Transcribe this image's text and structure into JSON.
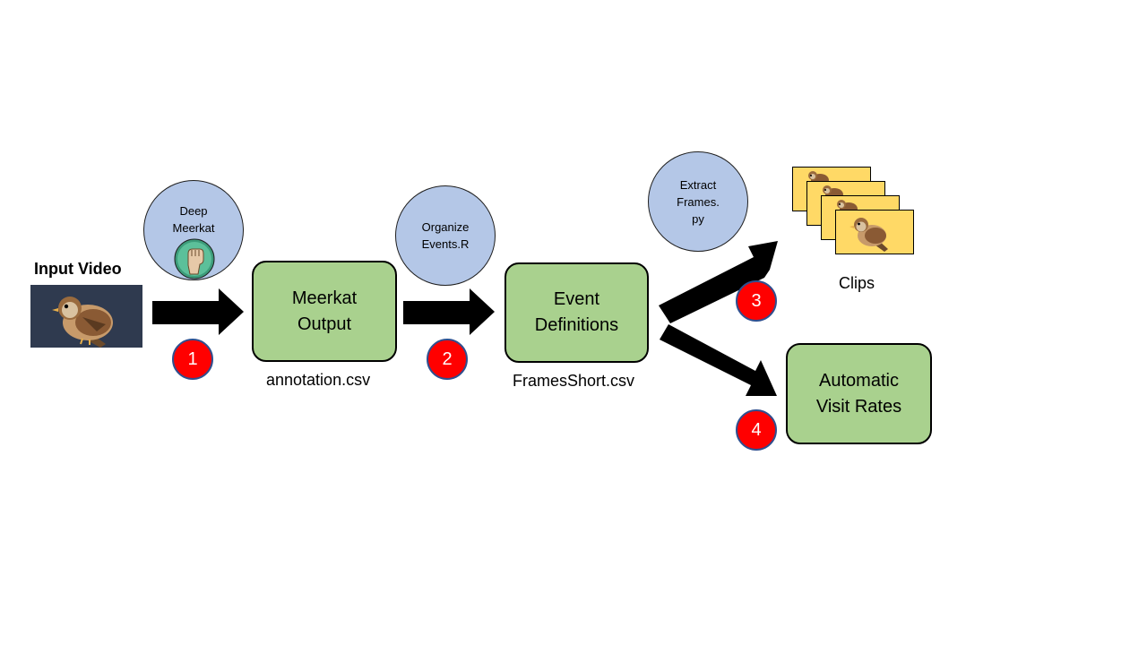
{
  "input": {
    "label": "Input Video"
  },
  "tools": {
    "deep_meerkat": {
      "line1": "Deep",
      "line2": "Meerkat"
    },
    "organize": {
      "line1": "Organize",
      "line2": "Events.R"
    },
    "extract": {
      "line1": "Extract",
      "line2": "Frames.",
      "line3": "py"
    }
  },
  "boxes": {
    "meerkat_output": {
      "line1": "Meerkat",
      "line2": "Output",
      "file": "annotation.csv"
    },
    "event_definitions": {
      "line1": "Event",
      "line2": "Definitions",
      "file": "FramesShort.csv"
    },
    "visit_rates": {
      "line1": "Automatic",
      "line2": "Visit Rates"
    }
  },
  "steps": [
    "1",
    "2",
    "3",
    "4"
  ],
  "clips": {
    "label": "Clips"
  },
  "colors": {
    "process_box": "#a9d18e",
    "tool_circle": "#b4c7e7",
    "step_badge": "#ff0000",
    "clip_card": "#ffd966",
    "video_bg": "#2f3a4f"
  }
}
